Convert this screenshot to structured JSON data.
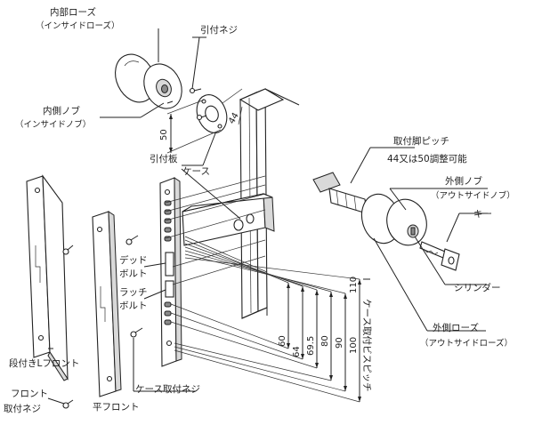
{
  "labels": {
    "inner_rose": "内部ローズ",
    "inner_rose_sub": "（インサイドローズ）",
    "mount_screw": "引付ネジ",
    "inner_knob": "内側ノブ",
    "inner_knob_sub": "（インサイドノブ）",
    "mount_plate": "引付板",
    "case": "ケース",
    "mount_leg_pitch": "取付脚ピッチ",
    "pitch_note": "44又は50調整可能",
    "outer_knob": "外側ノブ",
    "outer_knob_sub": "（アウトサイドノブ）",
    "key": "キー",
    "cylinder": "シリンダー",
    "outer_rose": "外側ローズ",
    "outer_rose_sub": "（アウトサイドローズ）",
    "dead_bolt_1": "デッド",
    "dead_bolt_2": "ボルト",
    "latch_bolt_1": "ラッチ",
    "latch_bolt_2": "ボルト",
    "stepped_front": "段付きLフロント",
    "front_screw_1": "フロント",
    "front_screw_2": "取付ネジ",
    "flat_front": "平フロント",
    "case_screw": "ケース取付ネジ",
    "case_pitch": "ケース取付ビスピッチ"
  },
  "dimensions": {
    "d50": "50",
    "d44": "44",
    "v60": "60",
    "v64": "64",
    "v69_5": "69.5",
    "v80": "80",
    "v90": "90",
    "v100": "100",
    "v110": "110"
  }
}
